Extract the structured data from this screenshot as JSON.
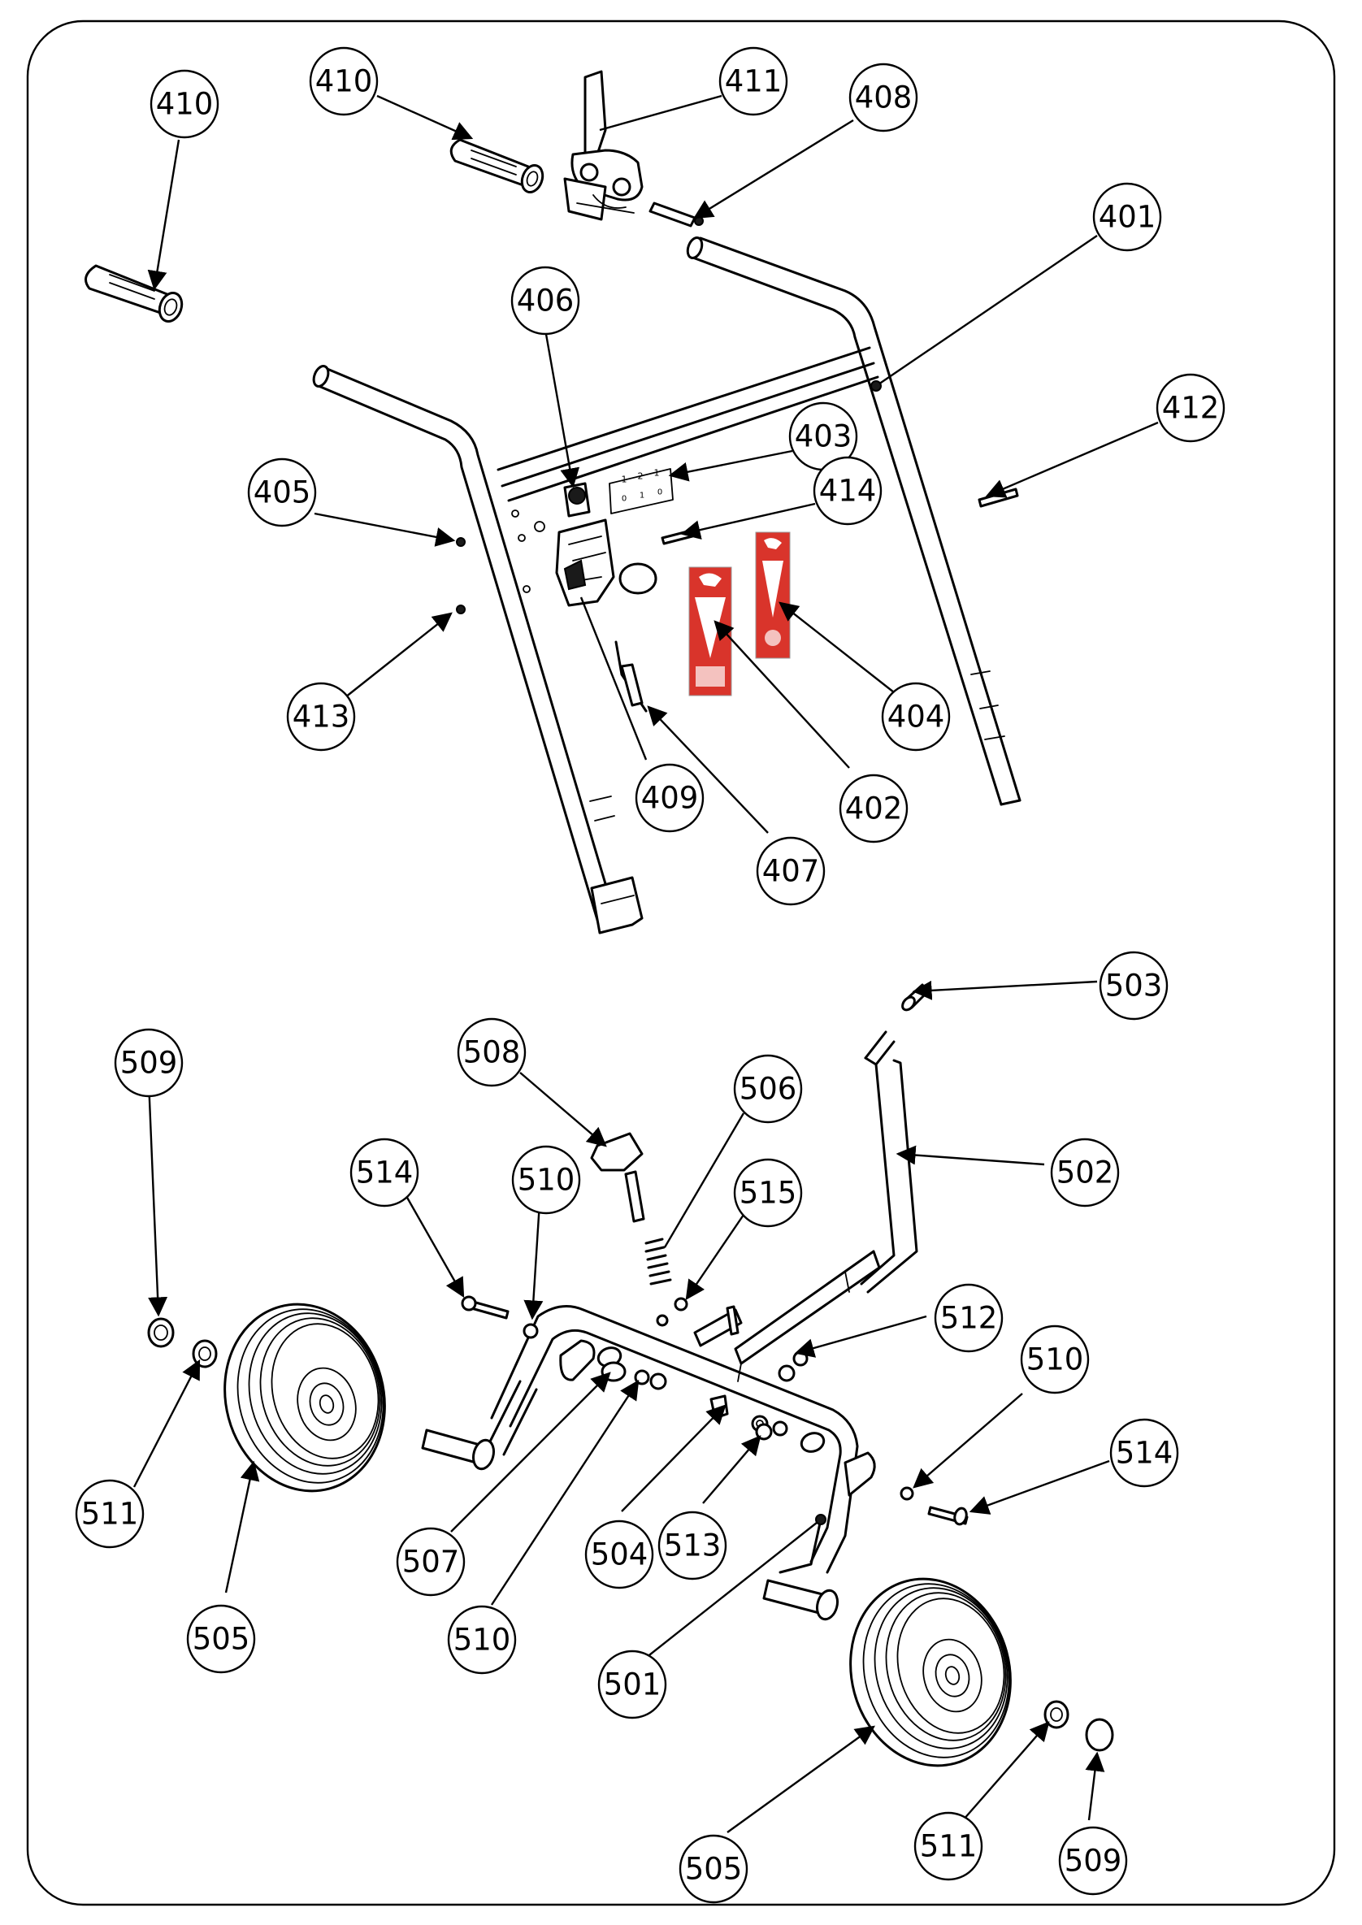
{
  "colors": {
    "line": "#000000",
    "background": "#ffffff",
    "decal_red": "#d9342b"
  },
  "callouts": {
    "c410a": "410",
    "c410b": "410",
    "c411": "411",
    "c408": "408",
    "c401": "401",
    "c406": "406",
    "c412": "412",
    "c403": "403",
    "c405": "405",
    "c414": "414",
    "c413": "413",
    "c404": "404",
    "c409": "409",
    "c402": "402",
    "c407": "407",
    "c503": "503",
    "c509a": "509",
    "c508": "508",
    "c506": "506",
    "c514a": "514",
    "c510a": "510",
    "c515": "515",
    "c502": "502",
    "c512": "512",
    "c510b": "510",
    "c514b": "514",
    "c511a": "511",
    "c507": "507",
    "c504": "504",
    "c513": "513",
    "c505a": "505",
    "c510c": "510",
    "c501": "501",
    "c505b": "505",
    "c511b": "511",
    "c509b": "509"
  },
  "switch_marks": {
    "top": [
      "1",
      "2",
      "1"
    ],
    "bottom": [
      "0",
      "1",
      "0"
    ]
  }
}
